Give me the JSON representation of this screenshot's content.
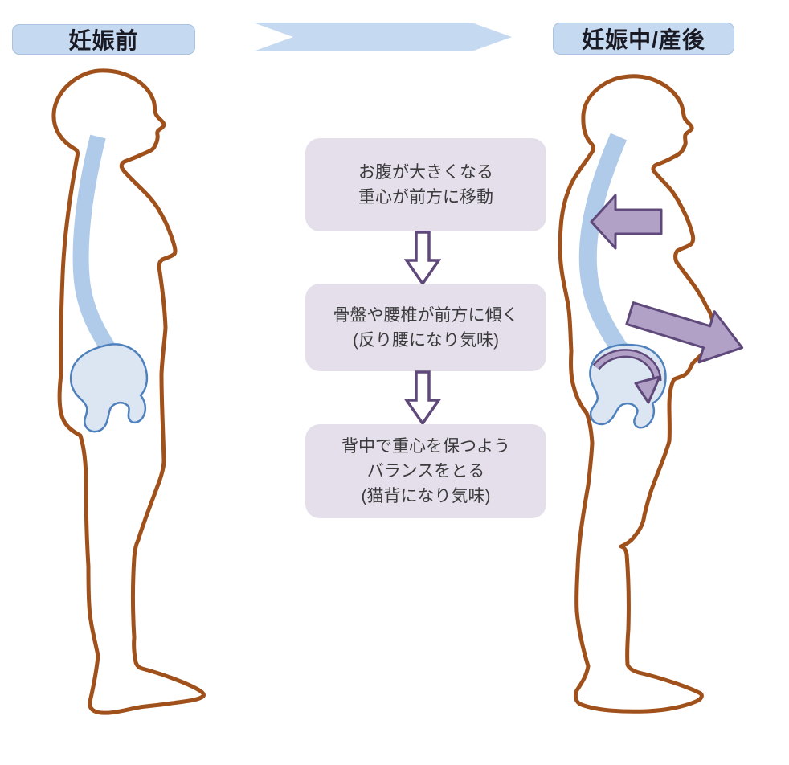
{
  "labels": {
    "before": "妊娠前",
    "after": "妊娠中/産後"
  },
  "flow_boxes": [
    {
      "lines": [
        "お腹が大きくなる",
        "重心が前方に移動"
      ]
    },
    {
      "lines": [
        "骨盤や腰椎が前方に傾く",
        "(反り腰になり気味)"
      ]
    },
    {
      "lines": [
        "背中で重心を保つよう",
        "バランスをとる",
        "(猫背になり気味)"
      ]
    }
  ],
  "icons": {
    "banner_arrow": "right-chevron-banner-arrow",
    "flow_arrow": "down-block-arrow",
    "chest_arrow": "backward-shift-arrow",
    "belly_arrow": "forward-downward-shift-arrow",
    "pelvis_arrow": "pelvis-anterior-rotation-arrow",
    "spine": "spine-band",
    "pelvis": "pelvis-bone"
  },
  "colors": {
    "outline": "#A0511B",
    "spine": "#AFCBE9",
    "pelvis_fill": "#DCE6F2",
    "pelvis_stroke": "#4F81BD",
    "purple_fill": "#B2A1C7",
    "purple_stroke": "#5F497A",
    "label_bg": "#C5D9F1",
    "label_border": "#A8C2E0",
    "banner": "#C5D9F1",
    "flow_bg": "#E5DFEC",
    "text": "#1A1A24",
    "flow_text": "#3B3B3B"
  }
}
